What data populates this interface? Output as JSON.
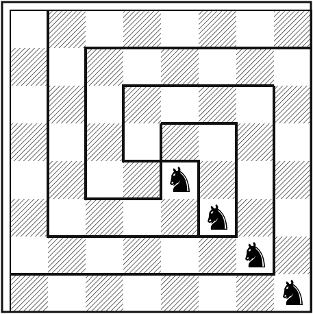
{
  "puzzle": {
    "board_size": 8,
    "square_colors": {
      "light": "#ffffff",
      "dark": "hatched"
    },
    "ink_color": "#111111",
    "pieces": [
      {
        "type": "knight",
        "color": "black",
        "symbol": "♞",
        "square": "e4"
      },
      {
        "type": "knight",
        "color": "black",
        "symbol": "♞",
        "square": "f3"
      },
      {
        "type": "knight",
        "color": "black",
        "symbol": "♞",
        "square": "g2"
      },
      {
        "type": "knight",
        "color": "black",
        "symbol": "♞",
        "square": "h1"
      }
    ],
    "path_walls": [
      {
        "name": "spiral-wall-1",
        "points": [
          [
            "b",
            8
          ],
          [
            "b",
            2
          ],
          [
            "e",
            2
          ]
        ]
      },
      {
        "name": "spiral-wall-2",
        "points": [
          [
            "h",
            7
          ],
          [
            "c",
            7
          ],
          [
            "c",
            3
          ],
          [
            "d",
            3
          ]
        ]
      },
      {
        "name": "spiral-wall-3",
        "points": [
          [
            "g",
            6
          ],
          [
            "d",
            6
          ],
          [
            "d",
            4
          ],
          [
            "e",
            4
          ],
          [
            "e",
            5
          ],
          [
            "f",
            5
          ],
          [
            "f",
            1
          ]
        ]
      },
      {
        "name": "spiral-wall-4",
        "points": [
          [
            "a",
            1
          ],
          [
            "g",
            1
          ],
          [
            "g",
            6
          ]
        ]
      },
      {
        "name": "spiral-wall-5",
        "points": [
          [
            "e",
            4
          ],
          [
            "e",
            2
          ],
          [
            "f",
            2
          ]
        ]
      }
    ]
  }
}
